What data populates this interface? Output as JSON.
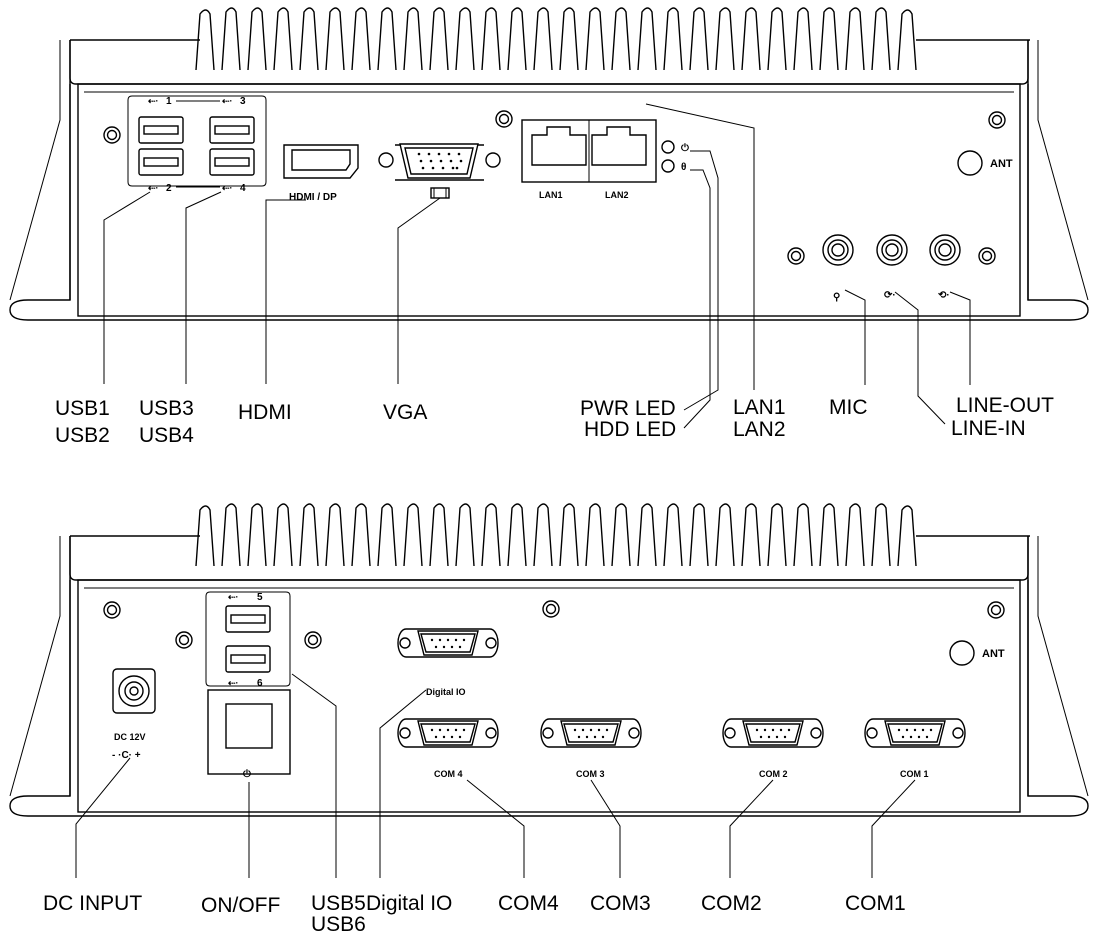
{
  "front_panel": {
    "port_labels": {
      "usb_top_1": "1",
      "usb_top_3": "3",
      "usb_bottom_2": "2",
      "usb_bottom_4": "4",
      "hdmi_dp": "HDMI / DP",
      "lan1": "LAN1",
      "lan2": "LAN2",
      "ant": "ANT"
    },
    "callouts": {
      "usb1": "USB1",
      "usb2": "USB2",
      "usb3": "USB3",
      "usb4": "USB4",
      "hdmi": "HDMI",
      "vga": "VGA",
      "pwr_led": "PWR LED",
      "hdd_led": "HDD LED",
      "lan1": "LAN1",
      "lan2": "LAN2",
      "mic": "MIC",
      "line_out": "LINE-OUT",
      "line_in": "LINE-IN"
    }
  },
  "rear_panel": {
    "port_labels": {
      "usb_5": "5",
      "usb_6": "6",
      "dc_12v": "DC 12V",
      "polarity": "- ·C· +",
      "digital_io": "Digital IO",
      "com4": "COM 4",
      "com3": "COM 3",
      "com2": "COM 2",
      "com1": "COM 1",
      "ant": "ANT"
    },
    "callouts": {
      "dc_input": "DC INPUT",
      "on_off": "ON/OFF",
      "usb5": "USB5",
      "usb6": "USB6",
      "digital_io": "Digital IO",
      "com4": "COM4",
      "com3": "COM3",
      "com2": "COM2",
      "com1": "COM1"
    }
  }
}
